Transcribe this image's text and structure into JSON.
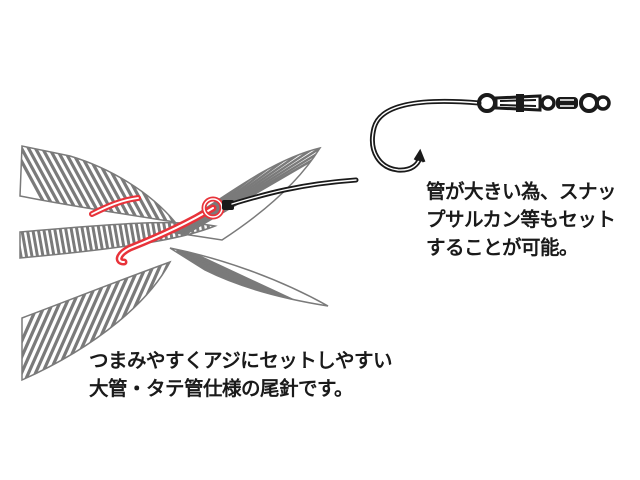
{
  "captions": {
    "right": {
      "lines": [
        "管が大きい為、スナッ",
        "プサルカン等もセット",
        "することが可能。"
      ]
    },
    "left": {
      "lines": [
        "つまみやすくアジにセットしやすい",
        "大管・タテ管仕様の尾針です。"
      ]
    }
  },
  "colors": {
    "hook_red": "#e8333a",
    "line_dark": "#1a1a1a",
    "fish_gray": "#7a7a7a"
  },
  "illustration": {
    "subject": "fishing-hook-rigged-on-fish-tail",
    "detail": "hook-with-swivel-and-snap"
  }
}
